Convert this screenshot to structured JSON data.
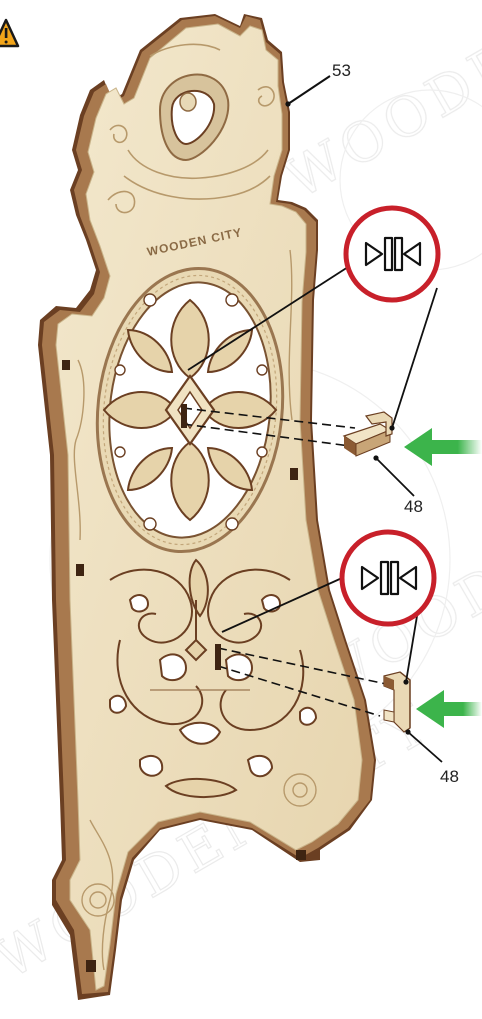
{
  "diagram": {
    "parts": [
      {
        "id": "part-53",
        "label": "53"
      },
      {
        "id": "part-48-upper",
        "label": "48"
      },
      {
        "id": "part-48-lower",
        "label": "48"
      }
    ],
    "engraving": "WOODEN CITY",
    "watermark": "WOODEN CITY",
    "symbols": {
      "squeeze": "squeeze-press-icon",
      "warning": "warning-triangle-icon",
      "insert_arrow": "insert-arrow-icon"
    },
    "colors": {
      "wood_face": "#efe2c4",
      "wood_carve": "#d9c59b",
      "wood_edge": "#6b3f22",
      "wood_edge_light": "#a8794e",
      "callout_ring": "#c8202a",
      "arrow": "#3cb44b",
      "warning": "#f2a51a",
      "leader": "#111111"
    }
  }
}
